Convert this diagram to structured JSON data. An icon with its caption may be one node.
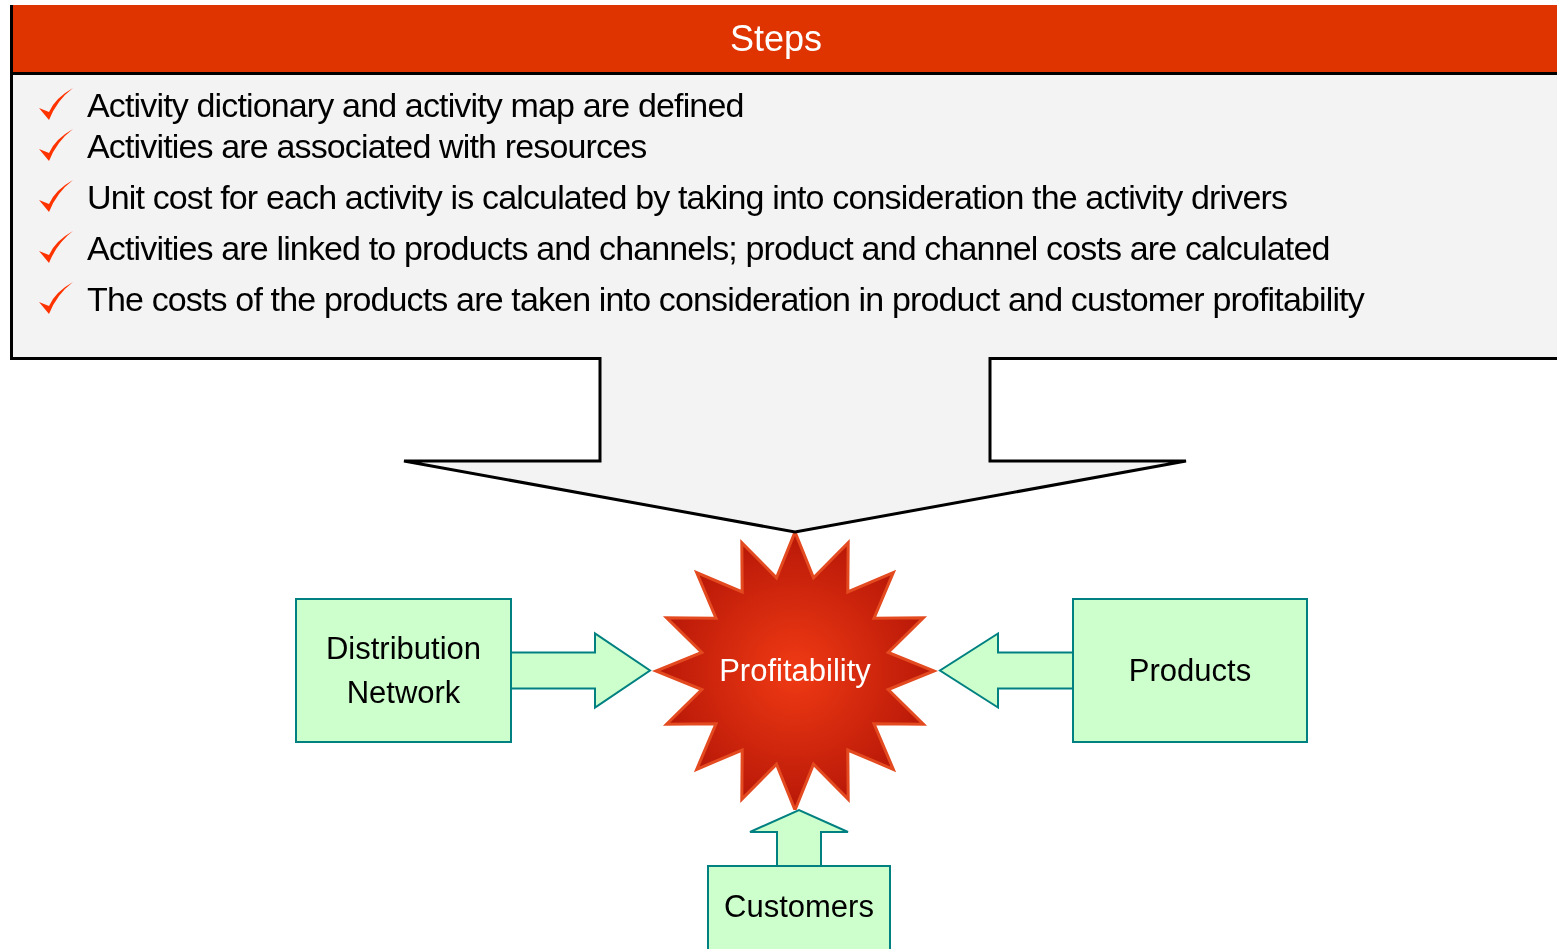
{
  "diagram": {
    "nodes": [
      {
        "text": [
          "Steps",
          "Activity dictionary and activity map are defined",
          "Activities are associated with resources",
          "Unit cost for each activity is calculated by taking into consideration the activity drivers",
          "Activities are linked to products and channels; product and channel costs are calculated",
          "The costs of the products are taken into consideration in product and customer profitability"
        ]
      },
      {
        "text": [
          "Profitability"
        ]
      },
      {
        "text": [
          "Distribution Network"
        ]
      },
      {
        "text": [
          "Products"
        ]
      },
      {
        "text": [
          "Customers"
        ]
      }
    ],
    "edges": [
      {
        "from": 0,
        "to": 1,
        "arrow": "to",
        "color": "#000000"
      },
      {
        "from": 2,
        "to": 1,
        "arrow": "to"
      },
      {
        "from": 3,
        "to": 1,
        "arrow": "to"
      },
      {
        "from": 4,
        "to": 1,
        "arrow": "to"
      }
    ]
  }
}
